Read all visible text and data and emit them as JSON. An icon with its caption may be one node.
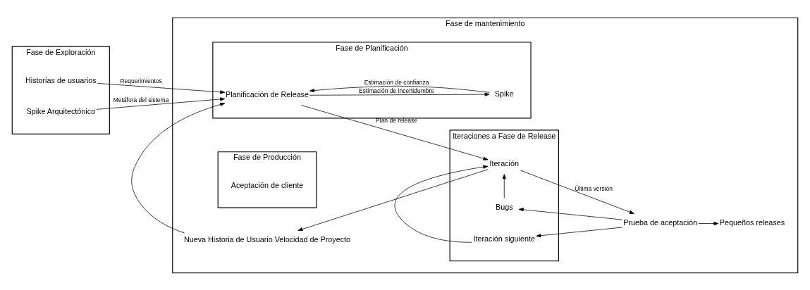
{
  "diagram": {
    "nodes": [
      {
        "text": [
          "Fase de Exploración"
        ]
      },
      {
        "text": [
          "Historias de usuarios"
        ],
        "in": 0
      },
      {
        "text": [
          "Spike Arquitectónico"
        ],
        "in": 0
      },
      {
        "text": [
          "Fase de mantenimiento"
        ]
      },
      {
        "text": [
          "Fase de Planificación"
        ],
        "in": 3
      },
      {
        "text": [
          "Planificación de Release"
        ],
        "in": 4
      },
      {
        "text": [
          "Nueva Historia de Usuario Velocidad de Proyecto"
        ],
        "in": 3
      },
      {
        "text": [
          "Spike"
        ],
        "in": 4
      },
      {
        "text": [
          "Iteraciones a Fase de Release"
        ],
        "in": 3
      },
      {
        "text": [
          "Iteración"
        ],
        "in": 8
      },
      {
        "text": [
          "Bugs"
        ],
        "in": 8
      },
      {
        "text": [
          "Prueba de aceptación"
        ],
        "in": 3
      },
      {
        "text": [
          "Iteración siguiente"
        ],
        "in": 8
      },
      {
        "text": [
          "Fase de Producción"
        ],
        "in": 3
      },
      {
        "text": [
          "Aceptación de cliente"
        ],
        "in": 13
      },
      {
        "text": [
          "Pequeños releases"
        ],
        "in": 3
      }
    ],
    "edges": [
      {
        "from": 1,
        "to": 5,
        "arrow": "to",
        "label": "Requerimientos"
      },
      {
        "from": 2,
        "to": 5,
        "arrow": "to",
        "label": "Metáfora del sistema"
      },
      {
        "from": 6,
        "to": 5,
        "arrow": "to"
      },
      {
        "from": 5,
        "to": 7,
        "arrow": "to",
        "label": "Estimación de incertidumbre"
      },
      {
        "from": 7,
        "to": 5,
        "arrow": "to",
        "label": "Estimación de confianza"
      },
      {
        "from": 5,
        "to": 9,
        "arrow": "to",
        "label": "Plan de release"
      },
      {
        "from": 9,
        "to": 6,
        "arrow": "to"
      },
      {
        "from": 10,
        "to": 9,
        "arrow": "to"
      },
      {
        "from": 11,
        "to": 10,
        "arrow": "to"
      },
      {
        "from": 9,
        "to": 11,
        "arrow": "to",
        "label": "Última versión"
      },
      {
        "from": 11,
        "to": 12,
        "arrow": "to"
      },
      {
        "from": 12,
        "to": 9,
        "arrow": "to"
      },
      {
        "from": 11,
        "to": 15,
        "arrow": "to"
      }
    ]
  }
}
